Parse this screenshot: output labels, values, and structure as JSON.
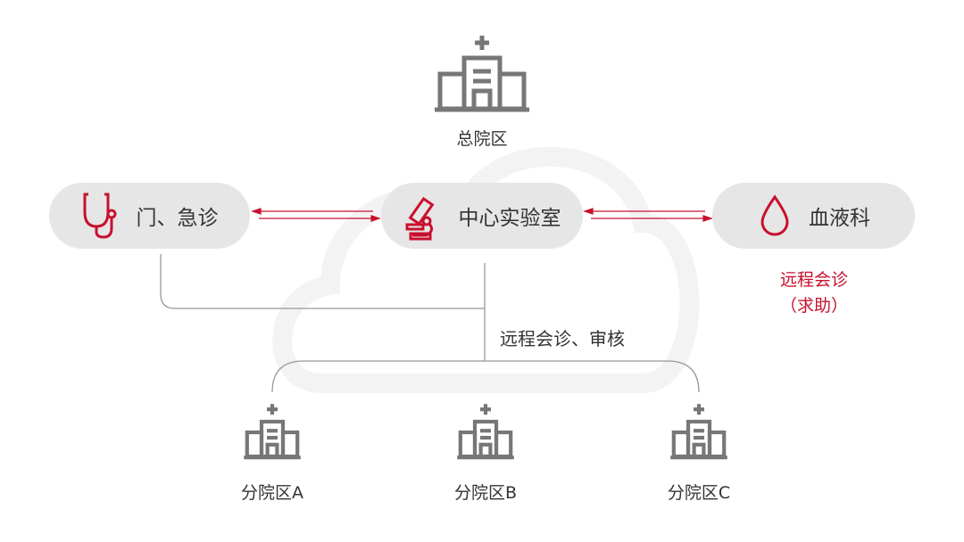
{
  "main_campus": {
    "label": "总院区",
    "icon": "hospital-icon"
  },
  "departments": [
    {
      "label": "门、急诊",
      "icon": "stethoscope-icon"
    },
    {
      "label": "中心实验室",
      "icon": "microscope-icon"
    },
    {
      "label": "血液科",
      "icon": "blood-drop-icon"
    }
  ],
  "connector_label": "远程会诊、审核",
  "side_note": {
    "line1": "远程会诊",
    "line2": "（求助）"
  },
  "branches": [
    {
      "label": "分院区A",
      "icon": "hospital-icon"
    },
    {
      "label": "分院区B",
      "icon": "hospital-icon"
    },
    {
      "label": "分院区C",
      "icon": "hospital-icon"
    }
  ],
  "colors": {
    "accent": "#c8102e",
    "icon_gray": "#777777",
    "pill_bg": "#e6e6e6",
    "line": "#999999"
  }
}
